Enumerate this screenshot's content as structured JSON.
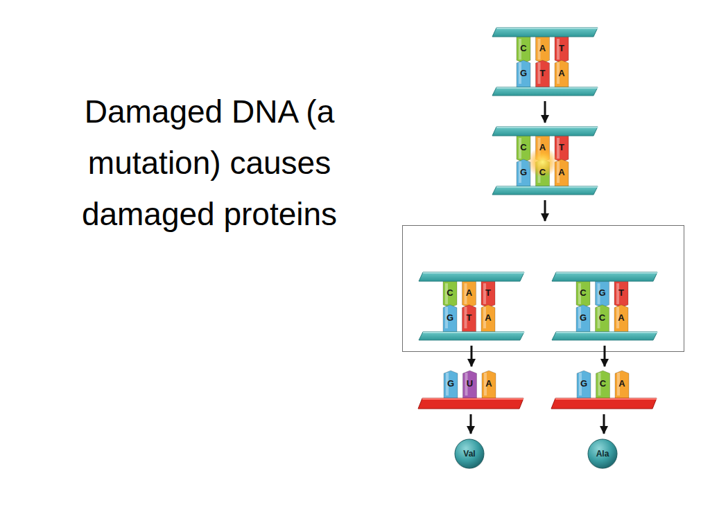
{
  "diagram": {
    "title": "Damaged DNA (a mutation) causes damaged proteins",
    "nodes": [
      {
        "text": [
          "C",
          "A",
          "T",
          "G",
          "T",
          "A"
        ]
      },
      {
        "text": [
          "C",
          "A",
          "T",
          "G",
          "C",
          "A"
        ]
      },
      {
        "text": []
      },
      {
        "text": [
          "C",
          "A",
          "T",
          "G",
          "T",
          "A"
        ],
        "in": 2
      },
      {
        "text": [
          "C",
          "G",
          "T",
          "G",
          "C",
          "A"
        ],
        "in": 2
      },
      {
        "text": [
          "G",
          "U",
          "A"
        ]
      },
      {
        "text": [
          "G",
          "C",
          "A"
        ]
      },
      {
        "text": [
          "Val"
        ]
      },
      {
        "text": [
          "Ala"
        ]
      }
    ],
    "edges": [
      {
        "from": 0,
        "to": 1,
        "arrow": "to"
      },
      {
        "from": 1,
        "to": 2,
        "arrow": "to"
      },
      {
        "from": 3,
        "to": 5,
        "arrow": "to"
      },
      {
        "from": 4,
        "to": 6,
        "arrow": "to"
      },
      {
        "from": 5,
        "to": 7,
        "arrow": "to"
      },
      {
        "from": 6,
        "to": 8,
        "arrow": "to"
      }
    ]
  }
}
